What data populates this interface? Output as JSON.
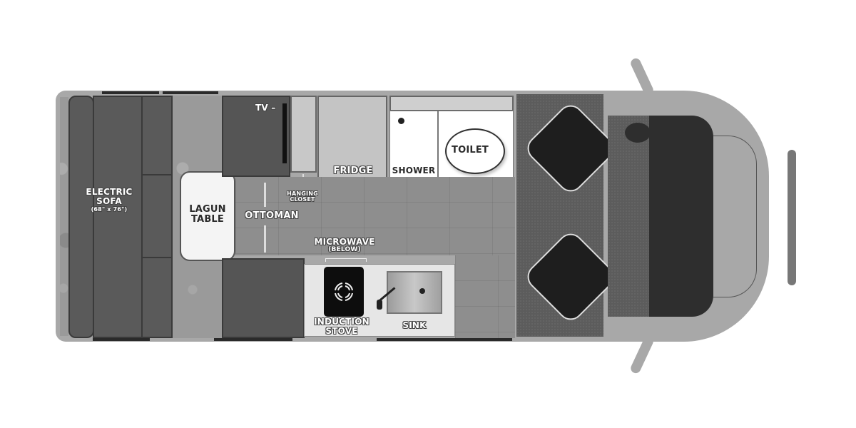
{
  "floorplan": {
    "labels": {
      "tv": "TV –",
      "fridge": "FRIDGE",
      "shower": "SHOWER",
      "toilet": "TOILET",
      "electric_sofa_line1": "ELECTRIC",
      "electric_sofa_line2": "SOFA",
      "electric_sofa_dims": "(68\" x 76\")",
      "lagun_table_line1": "LAGUN",
      "lagun_table_line2": "TABLE",
      "ottoman": "OTTOMAN",
      "hanging_closet_line1": "HANGING",
      "hanging_closet_line2": "CLOSET",
      "microwave": "MICROWAVE",
      "microwave_note": "(BELOW)",
      "induction_stove_line1": "INDUCTION",
      "induction_stove_line2": "STOVE",
      "sink": "SINK"
    },
    "colors": {
      "body": "#a6a6a6",
      "cushion": "#5a5a5a",
      "counter": "#e8e8e8",
      "cab_dash": "#2e2e2e",
      "carpet": "#5c5c5c",
      "white_fixture": "#ffffff"
    }
  }
}
